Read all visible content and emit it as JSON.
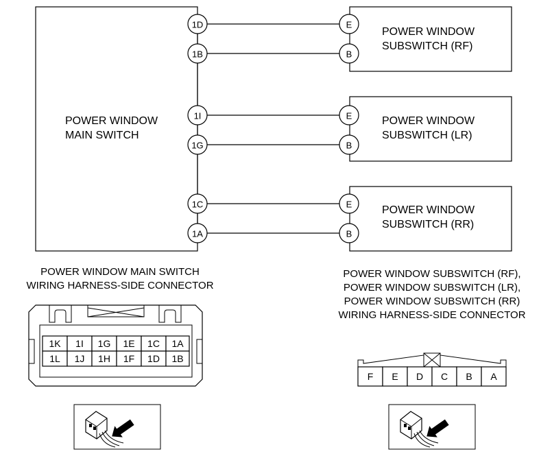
{
  "main_switch": {
    "line1": "POWER WINDOW",
    "line2": "MAIN SWITCH"
  },
  "subswitches": [
    {
      "line1": "POWER WINDOW",
      "line2": "SUBSWITCH (RF)",
      "main_pins": [
        "1D",
        "1B"
      ],
      "sub_pins": [
        "E",
        "B"
      ]
    },
    {
      "line1": "POWER WINDOW",
      "line2": "SUBSWITCH (LR)",
      "main_pins": [
        "1I",
        "1G"
      ],
      "sub_pins": [
        "E",
        "B"
      ]
    },
    {
      "line1": "POWER WINDOW",
      "line2": "SUBSWITCH (RR)",
      "main_pins": [
        "1C",
        "1A"
      ],
      "sub_pins": [
        "E",
        "B"
      ]
    }
  ],
  "main_connector": {
    "caption": [
      "POWER WINDOW MAIN SWITCH",
      "WIRING HARNESS-SIDE CONNECTOR"
    ],
    "rows": [
      [
        "1K",
        "1I",
        "1G",
        "1E",
        "1C",
        "1A"
      ],
      [
        "1L",
        "1J",
        "1H",
        "1F",
        "1D",
        "1B"
      ]
    ]
  },
  "sub_connector": {
    "caption": [
      "POWER WINDOW SUBSWITCH (RF),",
      "POWER WINDOW SUBSWITCH (LR),",
      "POWER WINDOW SUBSWITCH (RR)",
      "WIRING HARNESS-SIDE CONNECTOR"
    ],
    "cells": [
      "F",
      "E",
      "D",
      "C",
      "B",
      "A"
    ]
  },
  "icons": [
    "connector-probe-icon",
    "connector-probe-icon"
  ]
}
